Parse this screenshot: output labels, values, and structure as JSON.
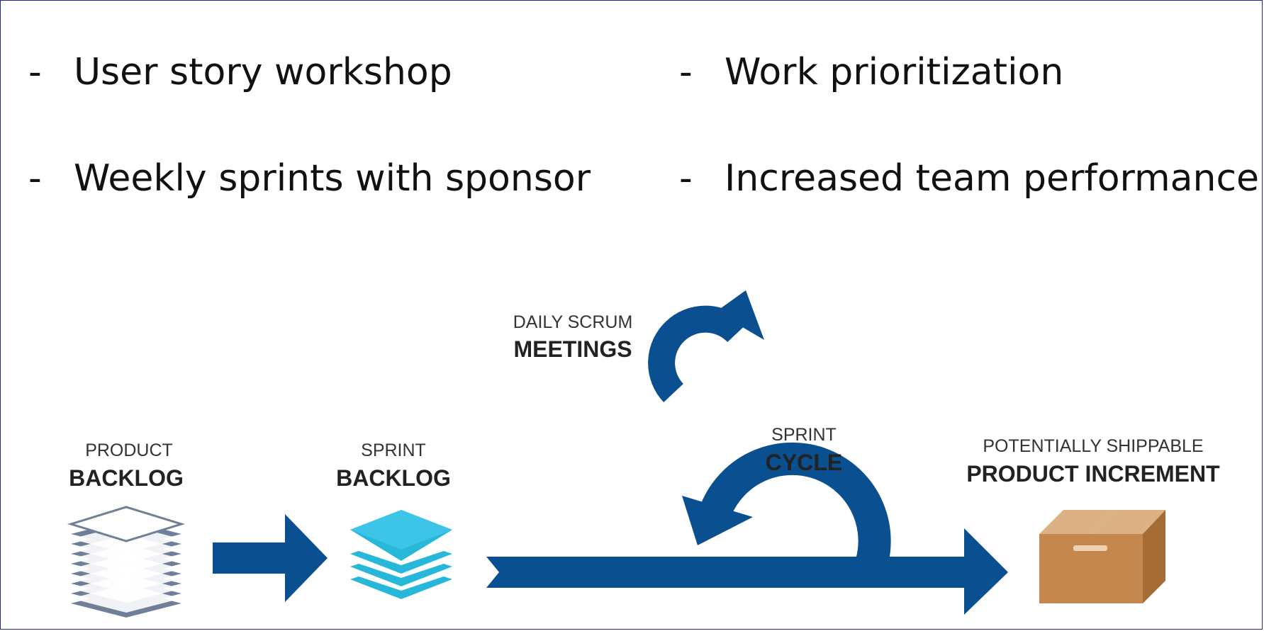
{
  "bullets": [
    {
      "dash": "-",
      "text": "User story workshop"
    },
    {
      "dash": "-",
      "text": "Work prioritization"
    },
    {
      "dash": "-",
      "text": "Weekly sprints with sponsor"
    },
    {
      "dash": "-",
      "text": "Increased team performance"
    }
  ],
  "diagram": {
    "product_backlog": {
      "small": "PRODUCT",
      "big": "BACKLOG"
    },
    "sprint_backlog": {
      "small": "SPRINT",
      "big": "BACKLOG"
    },
    "daily_scrum": {
      "small": "DAILY SCRUM",
      "big": "MEETINGS"
    },
    "sprint_cycle": {
      "small": "SPRINT",
      "big": "CYCLE"
    },
    "increment": {
      "small": "POTENTIALLY SHIPPABLE",
      "big": "PRODUCT INCREMENT"
    }
  },
  "colors": {
    "flow_blue": "#0a4f8f",
    "product_stack": "#6f7f98",
    "sprint_stack": "#27b7d9",
    "box_front": "#c4874d",
    "box_top": "#dcb284",
    "box_side": "#a66c35",
    "border": "#1f2a8a"
  },
  "icons": {
    "product_backlog": "stacked-layers-icon",
    "sprint_backlog": "stacked-layers-icon",
    "increment": "box-icon"
  }
}
